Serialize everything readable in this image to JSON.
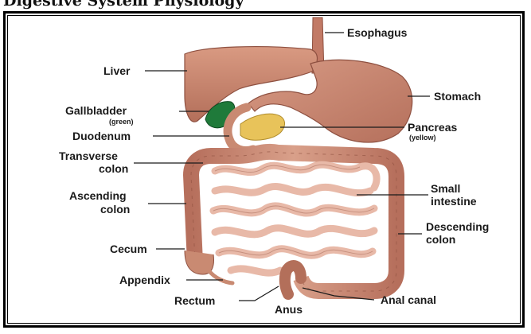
{
  "header_fragment": "Digestive System Physiology",
  "labels": {
    "esophagus": "Esophagus",
    "liver": "Liver",
    "stomach": "Stomach",
    "gallbladder": "Gallbladder",
    "gallbladder_note": "(green)",
    "pancreas": "Pancreas",
    "pancreas_note": "(yellow)",
    "duodenum": "Duodenum",
    "transverse_colon_1": "Transverse",
    "transverse_colon_2": "colon",
    "small_intestine_1": "Small",
    "small_intestine_2": "intestine",
    "ascending_colon_1": "Ascending",
    "ascending_colon_2": "colon",
    "descending_colon_1": "Descending",
    "descending_colon_2": "colon",
    "cecum": "Cecum",
    "appendix": "Appendix",
    "rectum": "Rectum",
    "anus": "Anus",
    "anal_canal": "Anal canal"
  },
  "colors": {
    "organ": "#c98a72",
    "organ_dark": "#9b5a48",
    "intestine": "#e8b9a8",
    "gallbladder": "#1f7a3a",
    "pancreas": "#e8c35a"
  }
}
